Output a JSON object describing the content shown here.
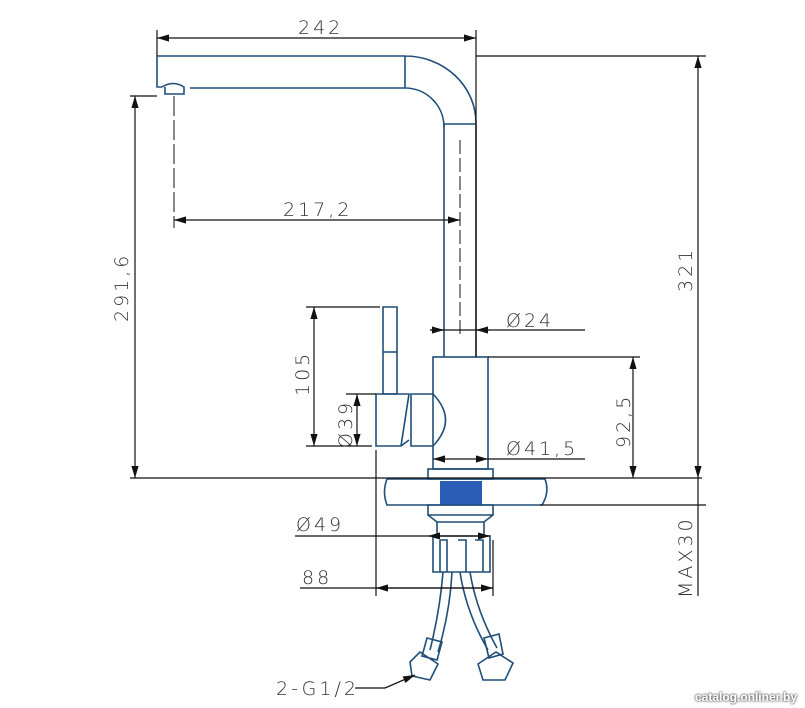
{
  "drawing": {
    "dimensions": {
      "overall_reach": "242",
      "spout_reach": "217,2",
      "spout_height": "291,6",
      "total_height": "321",
      "pipe_diameter": "Ø24",
      "handle_height": "105",
      "handle_diameter": "Ø39",
      "body_diameter": "Ø41,5",
      "body_height": "92,5",
      "mount_diameter": "Ø49",
      "base_width": "88",
      "max_counter_thickness": "MAX30",
      "hose_connection": "2-G1/2"
    },
    "colors": {
      "part": "#1f4e79",
      "thread": "#2a5bb5",
      "dimension": "#111111"
    }
  },
  "watermark": "catalog.onliner.by"
}
